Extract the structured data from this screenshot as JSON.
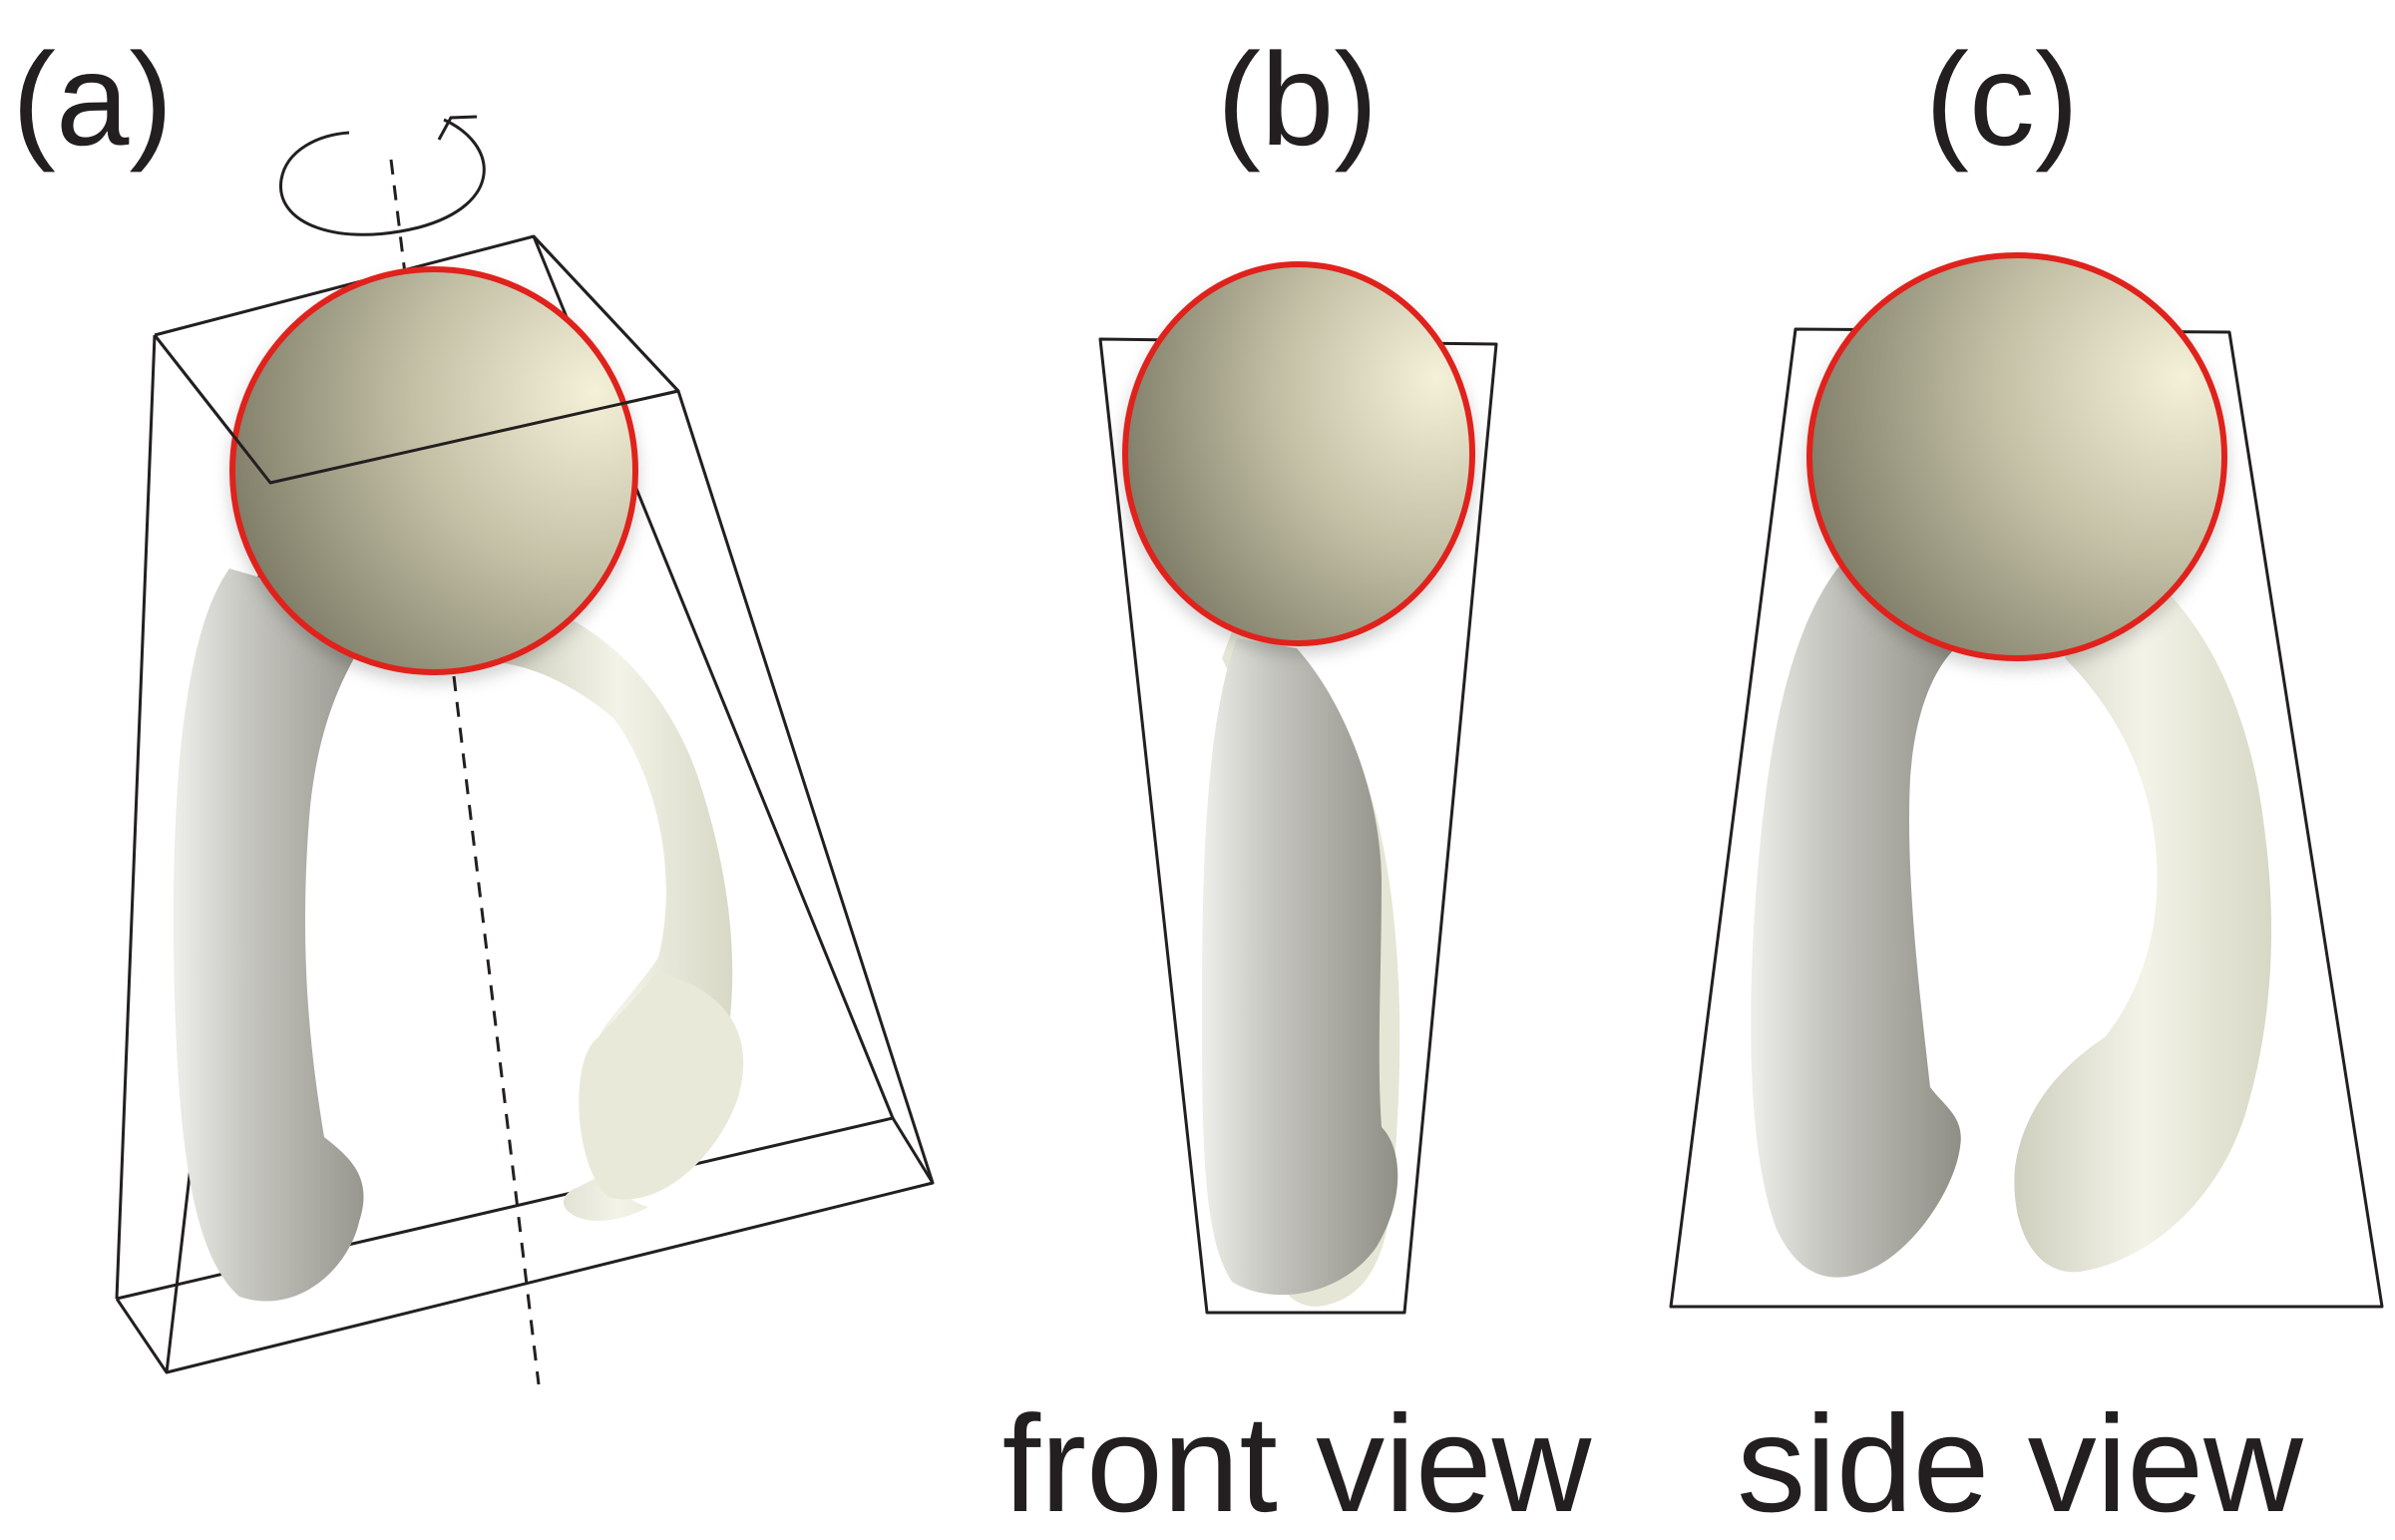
{
  "panels": {
    "a": {
      "label": "(a)"
    },
    "b": {
      "label": "(b)",
      "caption": "front view"
    },
    "c": {
      "label": "(c)",
      "caption": "side view"
    }
  },
  "colors": {
    "head_outline": "#e0201b",
    "frame_stroke": "#231f20",
    "head_fill_light": "#f2efd5",
    "head_fill_dark": "#7d7b6a",
    "body_fill_light": "#f1f1e6",
    "body_fill_dark": "#9c9c94"
  },
  "icons": {
    "rotation": "rotation-arrow-icon"
  }
}
